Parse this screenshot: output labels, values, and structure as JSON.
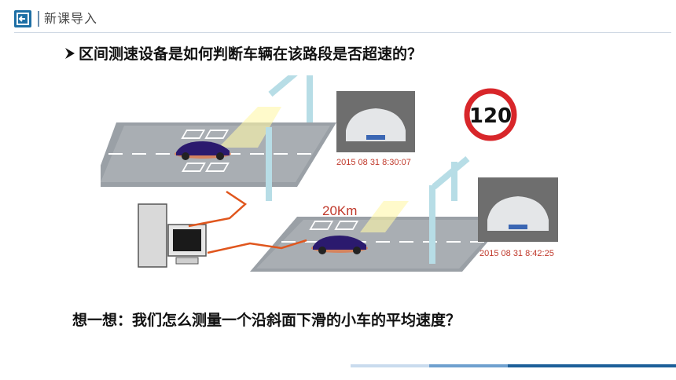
{
  "header": {
    "section_title": "新课导入"
  },
  "question": {
    "text": "区间测速设备是如何判断车辆在该路段是否超速的？"
  },
  "figure": {
    "speed_limit": "120",
    "timestamp_1": "2015 08 31 8:30:07",
    "timestamp_2": "2015 08 31 8:42:25",
    "distance": "20Km"
  },
  "prompt": {
    "text": "想一想：我们怎么测量一个沿斜面下滑的小车的平均速度？"
  },
  "colors": {
    "brand": "#1d6fa5",
    "wire": "#e0561d",
    "speed_sign_ring": "#d8262a"
  }
}
